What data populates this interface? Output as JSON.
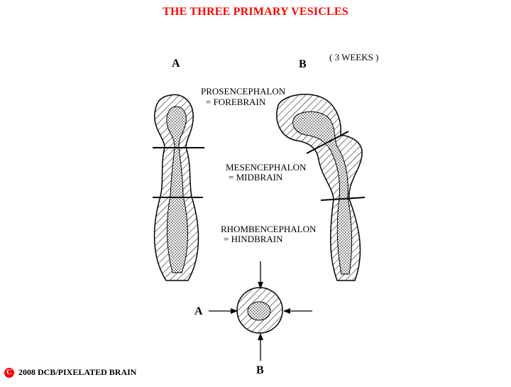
{
  "title": "THE THREE PRIMARY VESICLES",
  "view_a_label": "A",
  "view_b_label": "B",
  "age": "( 3 WEEKS )",
  "regions": {
    "prosencephalon": {
      "name": "PROSENCEPHALON",
      "meaning": "= FOREBRAIN"
    },
    "mesencephalon": {
      "name": "MESENCEPHALON",
      "meaning": "= MIDBRAIN"
    },
    "rhombencephalon": {
      "name": "RHOMBENCEPHALON",
      "meaning": "= HINDBRAIN"
    }
  },
  "cross_section": {
    "arrow_a_label": "A",
    "arrow_b_label": "B"
  },
  "copyright": {
    "symbol": "C",
    "text": "2008  DCB/PIXELATED BRAIN"
  },
  "colors": {
    "title": "#ff0000",
    "copyright_badge": "#ff0000",
    "ink": "#000000"
  }
}
